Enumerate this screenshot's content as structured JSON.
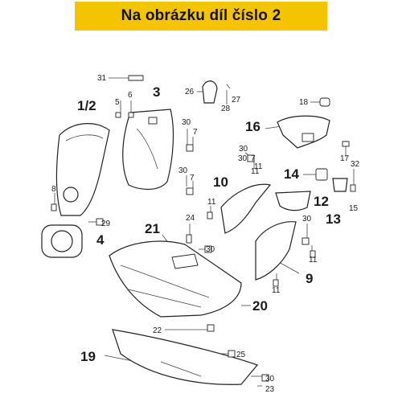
{
  "title": "Na obrázku díl číslo 2",
  "labels": {
    "l31": "31",
    "l3": "3",
    "l26": "26",
    "l5": "5",
    "l6": "6",
    "l27": "27",
    "l28": "28",
    "l12a": "1/2",
    "l18": "18",
    "l30a": "30",
    "l7a": "7",
    "l16": "16",
    "l30b": "30",
    "l7b": "7",
    "l30c": "30",
    "l7c": "7",
    "l11a": "11",
    "l30d": "30",
    "l11b": "11",
    "l14": "14",
    "l17": "17",
    "l32": "32",
    "l10": "10",
    "l12": "12",
    "l8": "8",
    "l11c": "11",
    "l24": "24",
    "l13": "13",
    "l15": "15",
    "l29": "29",
    "l4": "4",
    "l21": "21",
    "l30e": "30",
    "l30f": "30",
    "l11d": "11",
    "l9": "9",
    "l11e": "11",
    "l20": "20",
    "l22": "22",
    "l19": "19",
    "l25": "25",
    "l30g": "30",
    "l23": "23"
  }
}
